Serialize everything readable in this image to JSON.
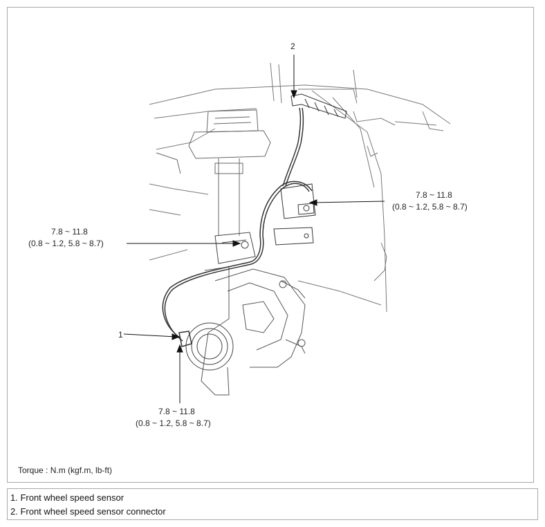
{
  "callouts": {
    "item1": "1",
    "item2": "2"
  },
  "torque_specs": {
    "connector_bracket": {
      "value": "7.8 ~ 11.8",
      "alt_units": "(0.8 ~ 1.2, 5.8 ~ 8.7)"
    },
    "strut_bracket": {
      "value": "7.8 ~ 11.8",
      "alt_units": "(0.8 ~ 1.2, 5.8 ~ 8.7)"
    },
    "sensor_bolt": {
      "value": "7.8 ~ 11.8",
      "alt_units": "(0.8 ~ 1.2, 5.8 ~ 8.7)"
    }
  },
  "torque_note": "Torque : N.m (kgf.m, lb-ft)",
  "legend": {
    "items": [
      "1. Front wheel speed sensor",
      "2. Front wheel speed sensor connector"
    ]
  }
}
